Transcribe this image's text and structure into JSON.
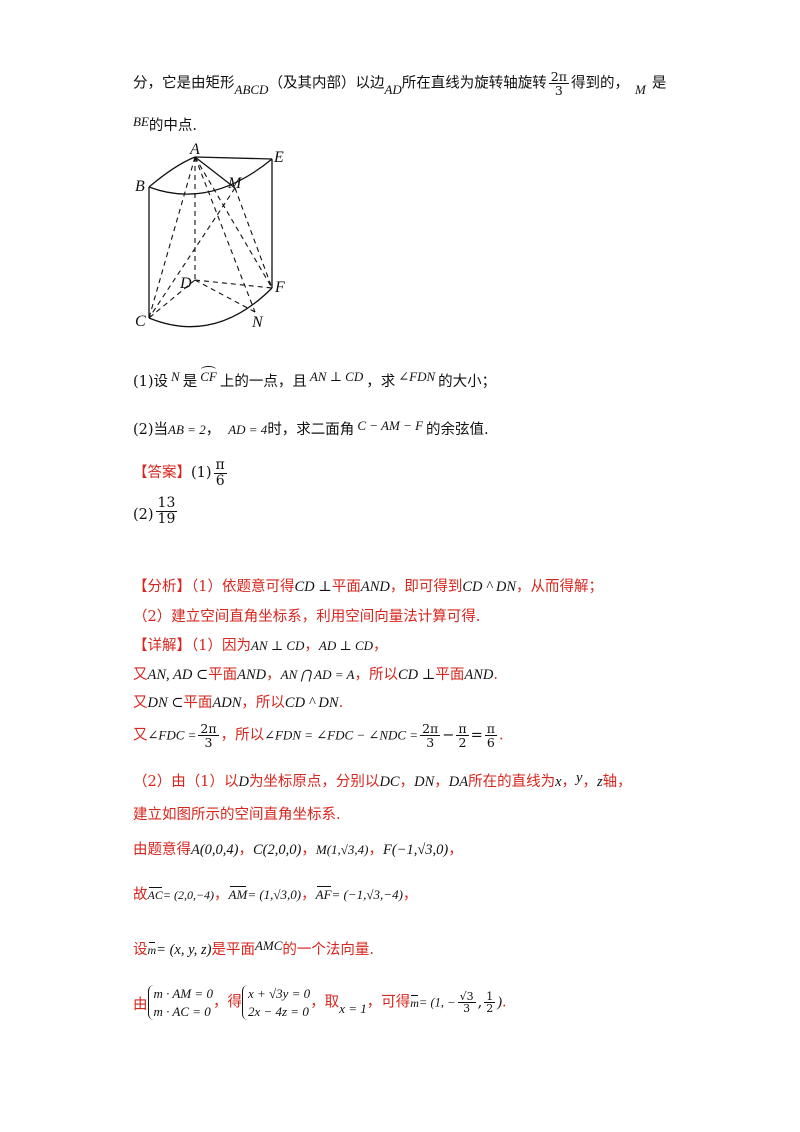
{
  "intro": {
    "line1_a": "分，它是由矩形",
    "rect_name": "ABCD",
    "line1_b": "（及其内部）以边",
    "edge": "AD",
    "line1_c": "所在直线为旋转轴旋转",
    "angle_num": "2π",
    "angle_den": "3",
    "line1_d": "得到的，",
    "point_m": "M",
    "line1_e": "是",
    "seg_be": "BE",
    "line2": "的中点."
  },
  "figure": {
    "labels": [
      "A",
      "E",
      "B",
      "M",
      "D",
      "F",
      "C",
      "N"
    ]
  },
  "questions": {
    "q1_a": "(1)设",
    "q1_n": "N",
    "q1_b": "是",
    "q1_arc": "CF",
    "q1_c": "上的一点，且",
    "q1_cond": "AN ⊥ CD",
    "q1_d": "，求",
    "q1_angle": "∠FDN",
    "q1_e": "的大小；",
    "q2_a": "(2)当",
    "q2_ab": "AB = 2",
    "q2_sep": "，",
    "q2_ad": "AD = 4",
    "q2_b": "时，求二面角",
    "q2_angle": "C − AM − F",
    "q2_c": "的余弦值."
  },
  "answer": {
    "tag": "【答案】",
    "a1_label": "(1)",
    "a1_num": "π",
    "a1_den": "6",
    "a2_label": "(2)",
    "a2_num": "13",
    "a2_den": "19"
  },
  "analysis": {
    "tag": "【分析】",
    "l1_a": "（1）依题意可得",
    "l1_m1": "CD ⊥",
    "l1_b": "平面",
    "l1_m2": "AND",
    "l1_c": "，即可得到",
    "l1_m3": "CD ^ DN",
    "l1_d": "，从而得解；",
    "l2": "（2）建立空间直角坐标系，利用空间向量法计算可得."
  },
  "detail": {
    "tag": "【详解】",
    "d1_a": "（1）因为",
    "d1_m1": "AN ⊥ CD",
    "d1_sep": "，",
    "d1_m2": "AD ⊥ CD",
    "d1_end": "，",
    "d2_a": "又",
    "d2_m1": "AN, AD ⊂",
    "d2_b": "平面",
    "d2_m2": "AND",
    "d2_c": "，",
    "d2_m3": "AN ⋂ AD = A",
    "d2_d": "，所以",
    "d2_m4": "CD ⊥",
    "d2_e": "平面",
    "d2_m5": "AND",
    "d2_f": ".",
    "d3_a": "又",
    "d3_m1": "DN ⊂",
    "d3_b": "平面",
    "d3_m2": "ADN",
    "d3_c": "，所以",
    "d3_m3": "CD ^ DN",
    "d3_d": ".",
    "d4_a": "又",
    "d4_m1": "∠FDC =",
    "d4_f1n": "2π",
    "d4_f1d": "3",
    "d4_b": "，所以",
    "d4_m2": "∠FDN = ∠FDC − ∠NDC =",
    "d4_f2n": "2π",
    "d4_f2d": "3",
    "d4_minus": "−",
    "d4_f3n": "π",
    "d4_f3d": "2",
    "d4_eq": "=",
    "d4_f4n": "π",
    "d4_f4d": "6",
    "d4_end": ".",
    "d5_a": "（2）由（1）以",
    "d5_d": "D",
    "d5_b": "为坐标原点，分别以",
    "d5_dc": "DC",
    "d5_c1": "，",
    "d5_dn": "DN",
    "d5_c2": "，",
    "d5_da": "DA",
    "d5_c": "所在的直线为",
    "d5_x": "x",
    "d5_c3": "，",
    "d5_y": "y",
    "d5_c4": "，",
    "d5_z": "z",
    "d5_e": "轴，",
    "d6": "建立如图所示的空间直角坐标系.",
    "d7_a": "由题意得",
    "d7_pA": "A(0,0,4)",
    "d7_s1": "，",
    "d7_pC": "C(2,0,0)",
    "d7_s2": "，",
    "d7_pM": "M(1,√3,4)",
    "d7_s3": "，",
    "d7_pF": "F(−1,√3,0)",
    "d7_s4": "，",
    "d8_a": "故",
    "d8_v1": "AC",
    "d8_v1v": "= (2,0,−4)",
    "d8_s1": "，",
    "d8_v2": "AM",
    "d8_v2v": "= (1,√3,0)",
    "d8_s2": "，",
    "d8_v3": "AF",
    "d8_v3v": "= (−1,√3,−4)",
    "d8_s3": "，",
    "d9_a": "设",
    "d9_m": "m",
    "d9_mv": "= (x, y, z)",
    "d9_b": "是平面",
    "d9_plane": "AMC",
    "d9_c": "的一个法向量.",
    "d10_a": "由",
    "d10_s1": "m · AM = 0",
    "d10_s2": "m · AC = 0",
    "d10_b": "，得",
    "d10_e1": "x + √3y = 0",
    "d10_e2": "2x − 4z = 0",
    "d10_c": "，取",
    "d10_x": "x = 1",
    "d10_d": "，可得",
    "d10_m": "m",
    "d10_res_a": "= (1, −",
    "d10_fn": "√3",
    "d10_fd": "3",
    "d10_res_b": ",",
    "d10_gn": "1",
    "d10_gd": "2",
    "d10_res_c": ")",
    "d10_end": "."
  }
}
